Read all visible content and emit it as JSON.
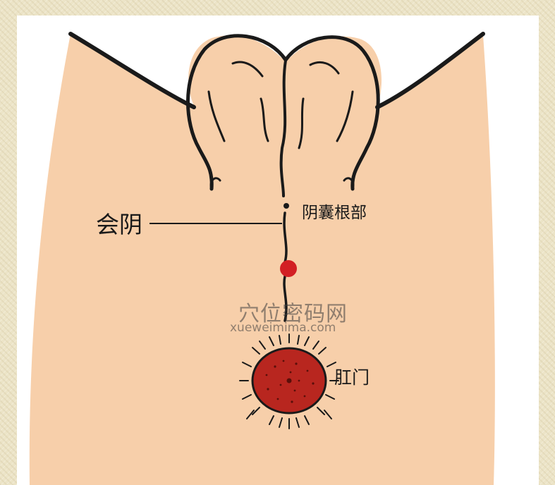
{
  "colors": {
    "background": "#ece4c7",
    "skin": "#f7cfaa",
    "outline": "#1a1a1a",
    "acupoint": "#d21f24",
    "anus": "#b8261f"
  },
  "labels": {
    "huiyin": "会阴",
    "yinnang_root": "阴囊根部",
    "anus": "肛门"
  },
  "watermark": {
    "chinese": "穴位密码网",
    "url": "xueweimima.com"
  }
}
